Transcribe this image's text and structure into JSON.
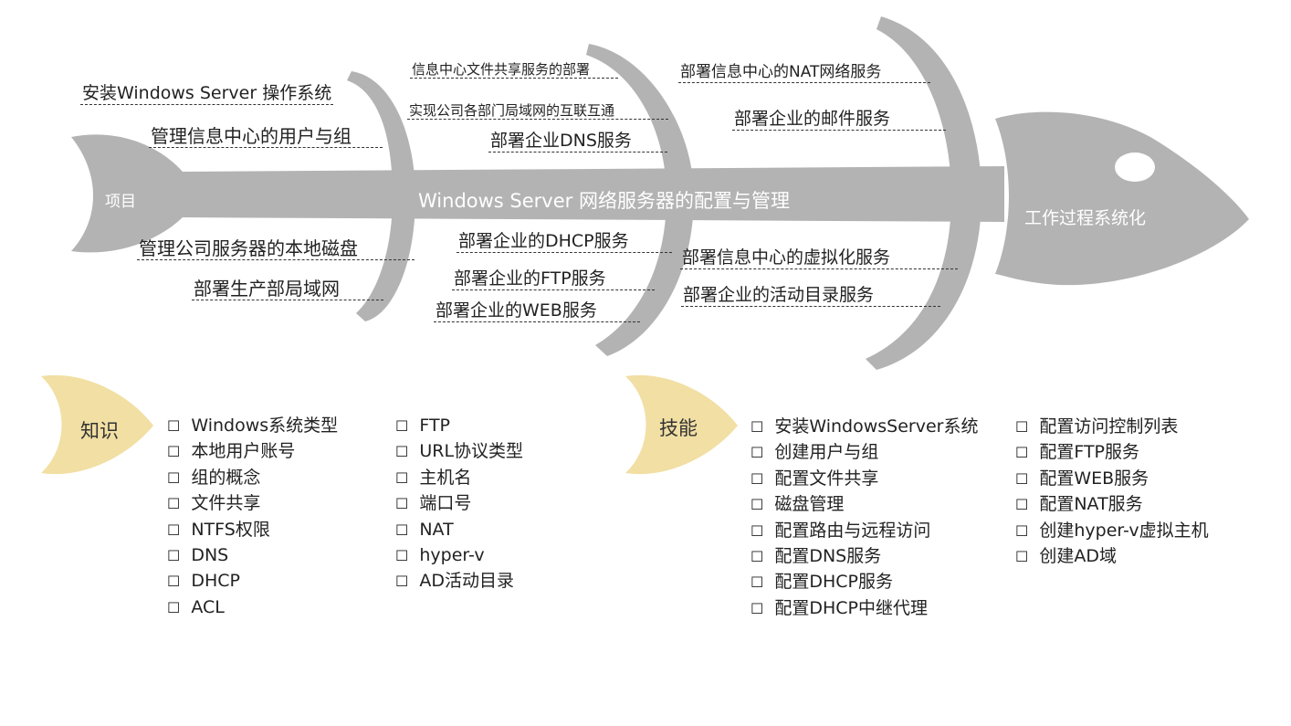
{
  "fishbone": {
    "tail_label": "项目",
    "spine_label": "Windows Server 网络服务器的配置与管理",
    "head_label": "工作过程系统化",
    "colors": {
      "bone": "#b3b3b3",
      "tag": "#f1dfa4"
    },
    "causes": [
      "安装Windows Server 操作系统",
      "管理信息中心的用户与组",
      "管理公司服务器的本地磁盘",
      "部署生产部局域网",
      "信息中心文件共享服务的部署",
      "实现公司各部门局域网的互联互通",
      "部署企业DNS服务",
      "部署企业的DHCP服务",
      "部署企业的FTP服务",
      "部署企业的WEB服务",
      "部署信息中心的NAT网络服务",
      "部署企业的邮件服务",
      "部署信息中心的虚拟化服务",
      "部署企业的活动目录服务"
    ]
  },
  "knowledge": {
    "title": "知识",
    "col1": [
      "Windows系统类型",
      "本地用户账号",
      "组的概念",
      "文件共享",
      "NTFS权限",
      "DNS",
      "DHCP",
      "ACL"
    ],
    "col2": [
      "FTP",
      "URL协议类型",
      "主机名",
      "端口号",
      "NAT",
      "hyper-v",
      "AD活动目录"
    ]
  },
  "skills": {
    "title": "技能",
    "col1": [
      "安装WindowsServer系统",
      "创建用户与组",
      "配置文件共享",
      "磁盘管理",
      "配置路由与远程访问",
      "配置DNS服务",
      "配置DHCP服务",
      "配置DHCP中继代理"
    ],
    "col2": [
      "配置访问控制列表",
      "配置FTP服务",
      "配置WEB服务",
      "配置NAT服务",
      "创建hyper-v虚拟主机",
      "创建AD域"
    ]
  }
}
